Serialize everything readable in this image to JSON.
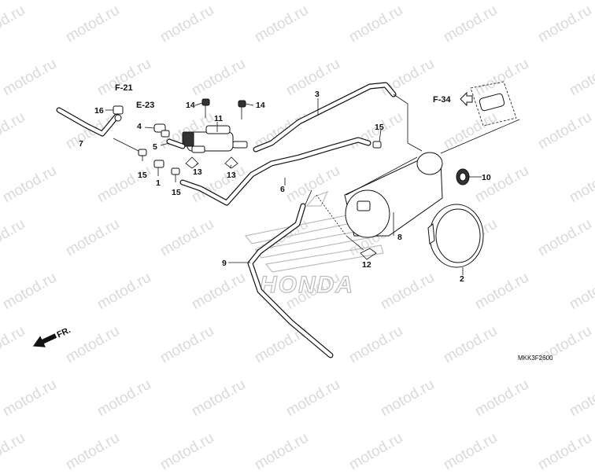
{
  "watermark_text": "motod.ru",
  "brand_text": "HONDA",
  "diagram_code": "MKK3F2600",
  "direction_label": "FR.",
  "reference_labels": {
    "f21": "F-21",
    "e23": "E-23",
    "f34": "F-34"
  },
  "part_numbers": {
    "p1": "1",
    "p2": "2",
    "p3": "3",
    "p4": "4",
    "p5": "5",
    "p6": "6",
    "p7": "7",
    "p8": "8",
    "p9": "9",
    "p10": "10",
    "p11": "11",
    "p12": "12",
    "p13a": "13",
    "p13b": "13",
    "p14a": "14",
    "p14b": "14",
    "p15a": "15",
    "p15b": "15",
    "p15c": "15",
    "p16": "16"
  }
}
